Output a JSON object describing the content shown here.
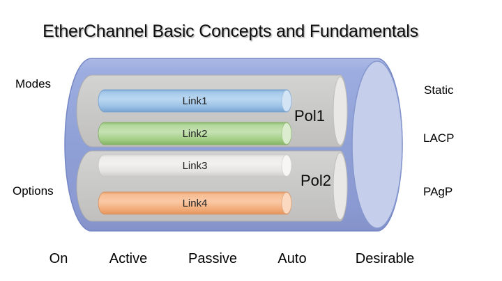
{
  "title": "EtherChannel Basic Concepts and Fundamentals",
  "labels": {
    "modes": "Modes",
    "options": "Options",
    "static": "Static",
    "lacp": "LACP",
    "pagp": "PAgP",
    "on": "On",
    "active": "Active",
    "passive": "Passive",
    "auto": "Auto",
    "desirable": "Desirable"
  },
  "diagram": {
    "bundle": {
      "color": "#8fa0d6",
      "cap_color": "#c5cfec"
    },
    "groups": [
      {
        "name": "Pol1",
        "color": "#c9c9c9",
        "links": [
          {
            "label": "Link1",
            "color": "#9dc3e6"
          },
          {
            "label": "Link2",
            "color": "#a9d18e"
          }
        ]
      },
      {
        "name": "Pol2",
        "color": "#c9c9c9",
        "links": [
          {
            "label": "Link3",
            "color": "#e7e6e6"
          },
          {
            "label": "Link4",
            "color": "#f4b183"
          }
        ]
      }
    ]
  }
}
